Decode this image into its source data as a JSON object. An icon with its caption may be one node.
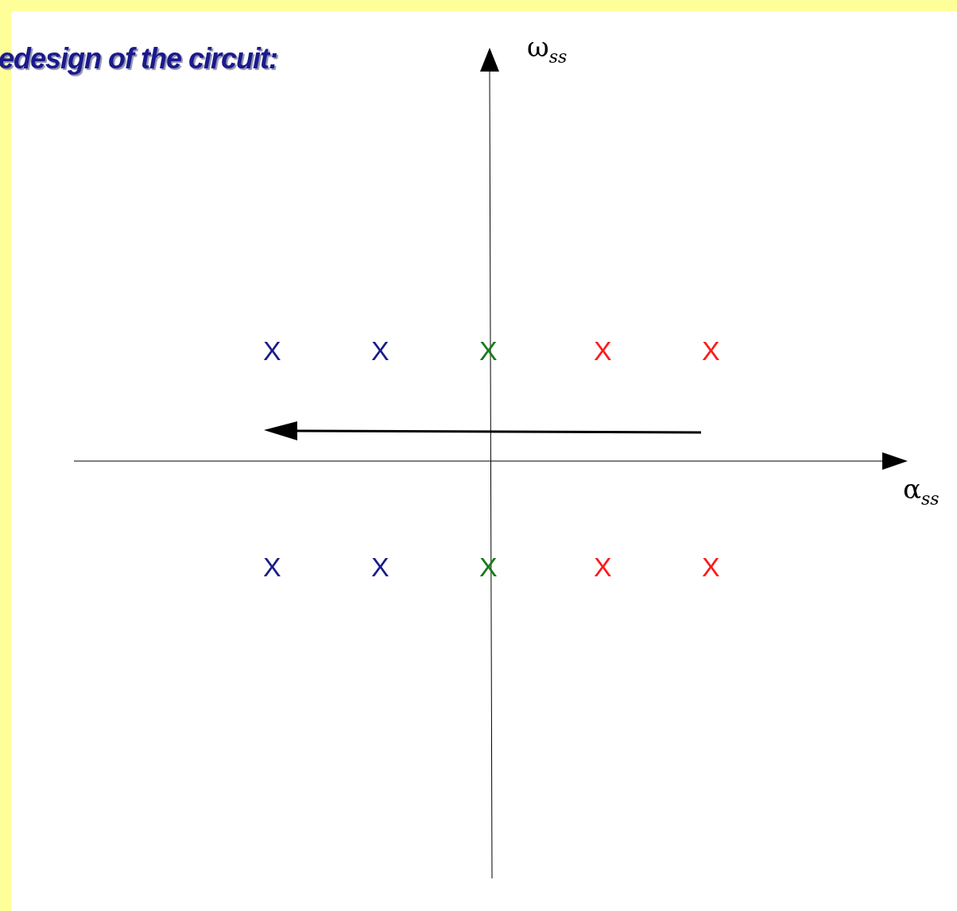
{
  "diagram": {
    "title": "edesign of the circuit:",
    "labels": [
      "ω$_{ss}$",
      "X",
      "X",
      "X",
      "X",
      "X",
      "α$_{ss}$",
      "X",
      "X",
      "X",
      "X",
      "X"
    ]
  }
}
